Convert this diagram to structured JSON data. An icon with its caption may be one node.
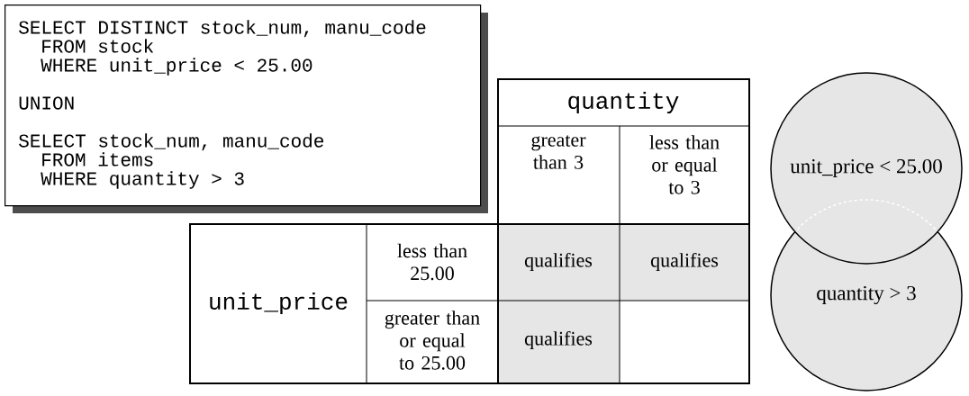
{
  "diagram": {
    "nodes": [
      {
        "text": [
          "SELECT DISTINCT stock_num, manu_code",
          "FROM stock",
          "WHERE unit_price < 25.00",
          "UNION",
          "SELECT stock_num, manu_code",
          "FROM items",
          "WHERE quantity > 3"
        ]
      },
      {
        "text": [
          "unit_price < 25.00"
        ]
      },
      {
        "text": [
          "quantity > 3"
        ]
      }
    ],
    "labels": [
      "quantity",
      "greater than 3",
      "less than or equal to 3",
      "unit_price",
      "less than 25.00",
      "qualifies",
      "qualifies",
      "greater than or equal to 25.00",
      "qualifies"
    ]
  }
}
